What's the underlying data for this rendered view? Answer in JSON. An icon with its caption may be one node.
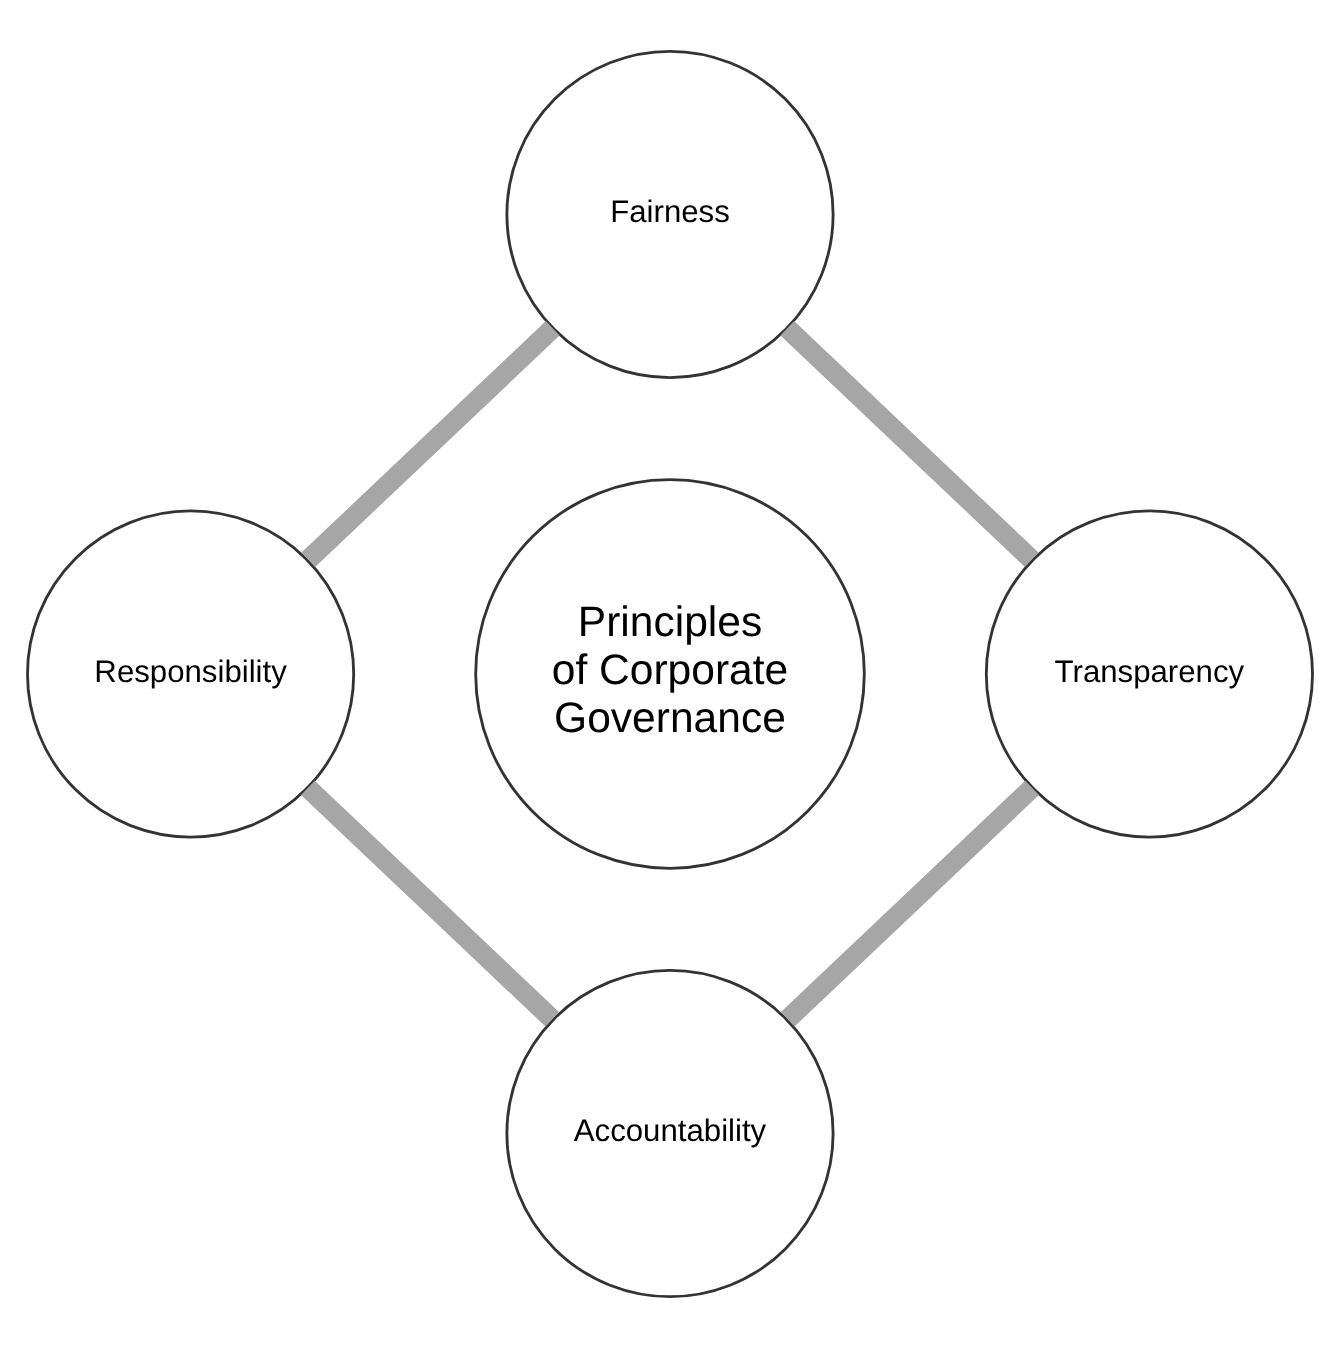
{
  "diagram": {
    "nodes": [
      {
        "text": [
          "Fairness"
        ]
      },
      {
        "text": [
          "Responsibility"
        ]
      },
      {
        "text": [
          "Principles of Corporate Governance"
        ]
      },
      {
        "text": [
          "Transparency"
        ]
      },
      {
        "text": [
          "Accountability"
        ]
      }
    ],
    "edges": [
      {
        "from": 0,
        "to": 3,
        "arrow": "none",
        "color": "#a6a6a6"
      },
      {
        "from": 3,
        "to": 4,
        "arrow": "none",
        "color": "#a6a6a6"
      },
      {
        "from": 4,
        "to": 1,
        "arrow": "none",
        "color": "#a6a6a6"
      },
      {
        "from": 1,
        "to": 0,
        "arrow": "none",
        "color": "#a6a6a6"
      }
    ]
  }
}
